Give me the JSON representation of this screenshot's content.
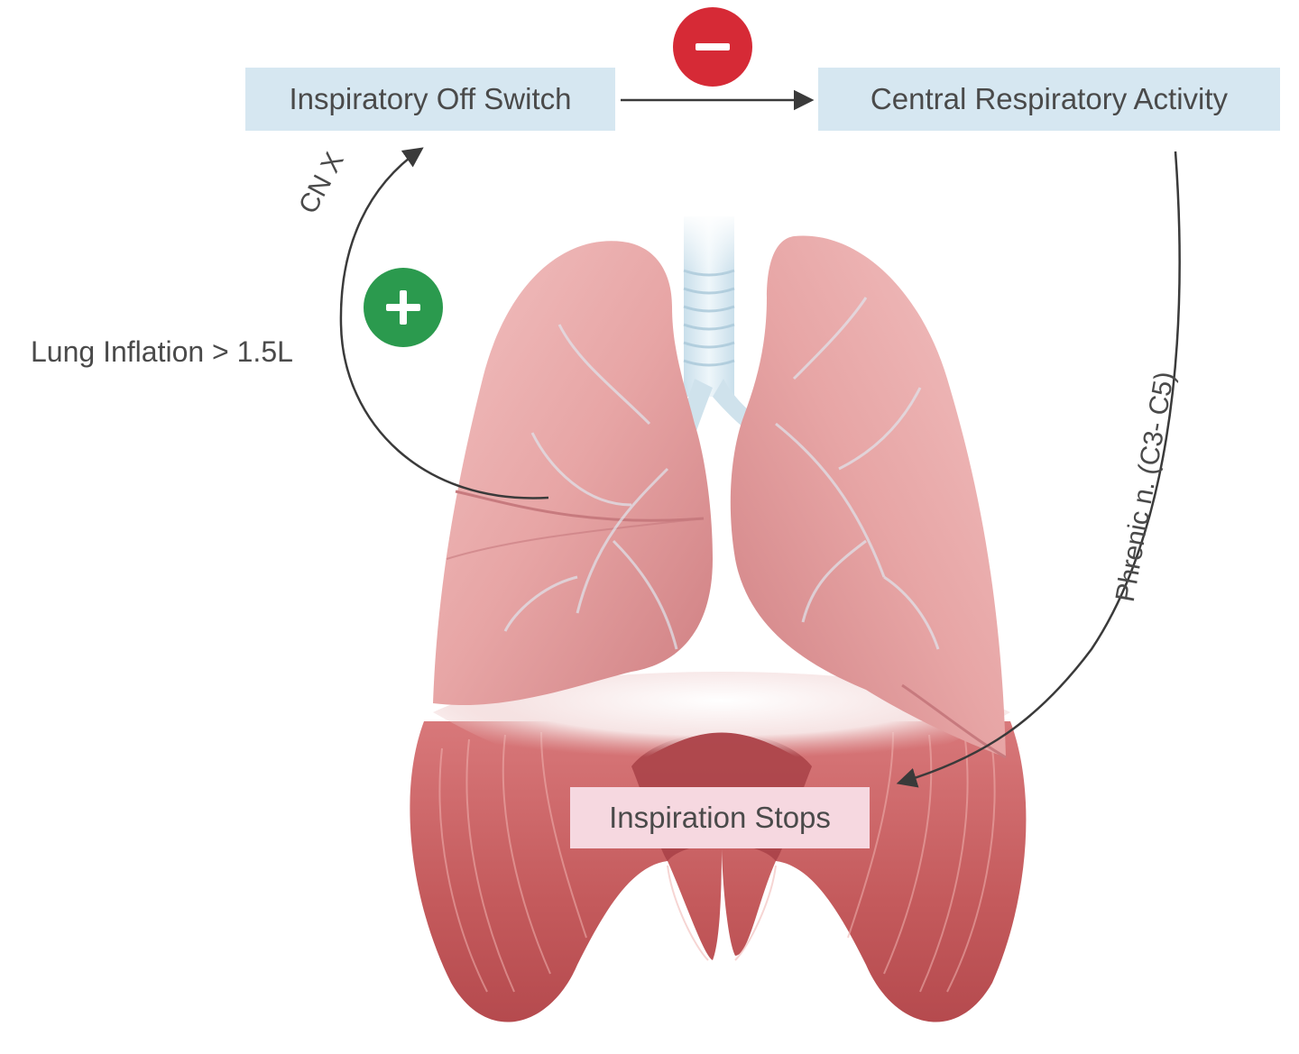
{
  "nodes": {
    "off_switch": "Inspiratory Off Switch",
    "central_activity": "Central Respiratory Activity",
    "inspiration_stops": "Inspiration Stops"
  },
  "edge_labels": {
    "lung_inflation": "Lung Inflation > 1.5L",
    "cn_x": "CN X",
    "phrenic": "Phrenic n. (C3- C5)"
  },
  "signs": {
    "inhibition": "−",
    "excitation": "+"
  },
  "colors": {
    "node_blue": "#d6e7f1",
    "node_pink": "#f6d8e0",
    "inhibition_red": "#d62a36",
    "excitation_green": "#2b9a4e",
    "arrow": "#3a3a3a"
  }
}
